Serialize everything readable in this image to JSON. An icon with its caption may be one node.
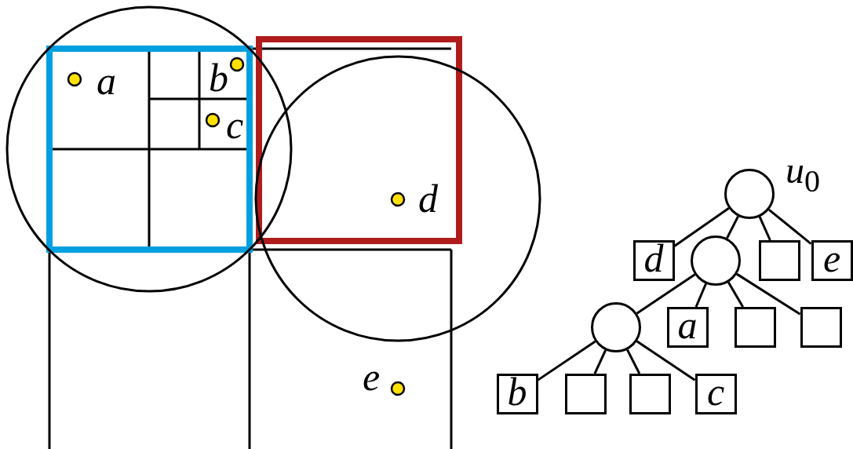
{
  "diagram": {
    "nodes": [
      {
        "text": [],
        "shape": "circle",
        "beside": [
          "*u*$_{0}$"
        ]
      },
      {
        "text": [
          "d"
        ]
      },
      {
        "text": [],
        "shape": "circle"
      },
      {
        "text": [],
        "shape": "box"
      },
      {
        "text": [
          "e"
        ]
      },
      {
        "text": [],
        "shape": "circle"
      },
      {
        "text": [
          "a"
        ]
      },
      {
        "text": [],
        "shape": "box"
      },
      {
        "text": [],
        "shape": "box"
      },
      {
        "text": [
          "b"
        ]
      },
      {
        "text": [],
        "shape": "box"
      },
      {
        "text": [],
        "shape": "box"
      },
      {
        "text": [
          "c"
        ]
      }
    ],
    "edges": [
      {
        "from": 0,
        "to": 1,
        "arrow": "none"
      },
      {
        "from": 0,
        "to": 2,
        "arrow": "none"
      },
      {
        "from": 0,
        "to": 3,
        "arrow": "none"
      },
      {
        "from": 0,
        "to": 4,
        "arrow": "none"
      },
      {
        "from": 2,
        "to": 5,
        "arrow": "none"
      },
      {
        "from": 2,
        "to": 6,
        "arrow": "none"
      },
      {
        "from": 2,
        "to": 7,
        "arrow": "none"
      },
      {
        "from": 2,
        "to": 8,
        "arrow": "none"
      },
      {
        "from": 5,
        "to": 9,
        "arrow": "none"
      },
      {
        "from": 5,
        "to": 10,
        "arrow": "none"
      },
      {
        "from": 5,
        "to": 11,
        "arrow": "none"
      },
      {
        "from": 5,
        "to": 12,
        "arrow": "none"
      }
    ],
    "labels": [
      "a",
      "b",
      "c",
      "d",
      "e"
    ]
  }
}
